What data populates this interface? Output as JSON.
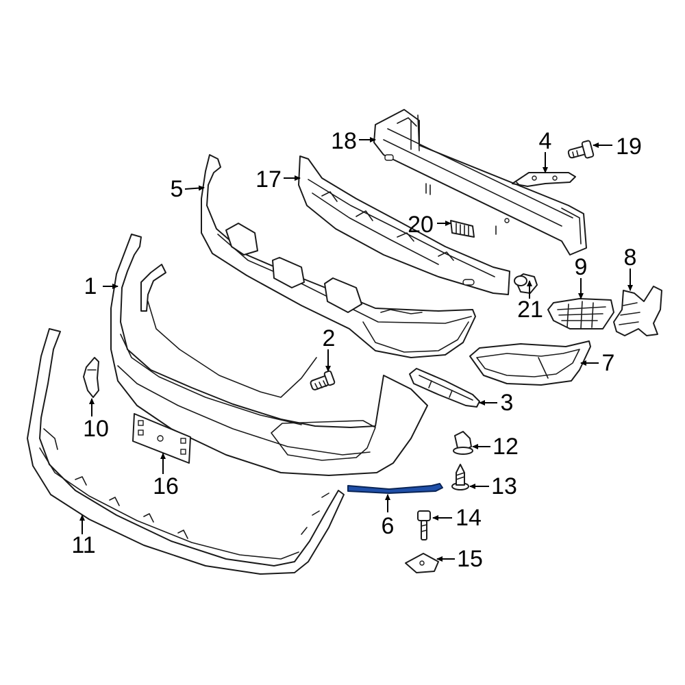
{
  "diagram": {
    "highlight_color": "#1f4fa8",
    "callouts": [
      {
        "id": "c1",
        "label": "1"
      },
      {
        "id": "c2",
        "label": "2"
      },
      {
        "id": "c3",
        "label": "3"
      },
      {
        "id": "c4",
        "label": "4"
      },
      {
        "id": "c5",
        "label": "5"
      },
      {
        "id": "c6",
        "label": "6"
      },
      {
        "id": "c7",
        "label": "7"
      },
      {
        "id": "c8",
        "label": "8"
      },
      {
        "id": "c9",
        "label": "9"
      },
      {
        "id": "c10",
        "label": "10"
      },
      {
        "id": "c11",
        "label": "11"
      },
      {
        "id": "c12",
        "label": "12"
      },
      {
        "id": "c13",
        "label": "13"
      },
      {
        "id": "c14",
        "label": "14"
      },
      {
        "id": "c15",
        "label": "15"
      },
      {
        "id": "c16",
        "label": "16"
      },
      {
        "id": "c17",
        "label": "17"
      },
      {
        "id": "c18",
        "label": "18"
      },
      {
        "id": "c19",
        "label": "19"
      },
      {
        "id": "c20",
        "label": "20"
      },
      {
        "id": "c21",
        "label": "21"
      }
    ]
  }
}
